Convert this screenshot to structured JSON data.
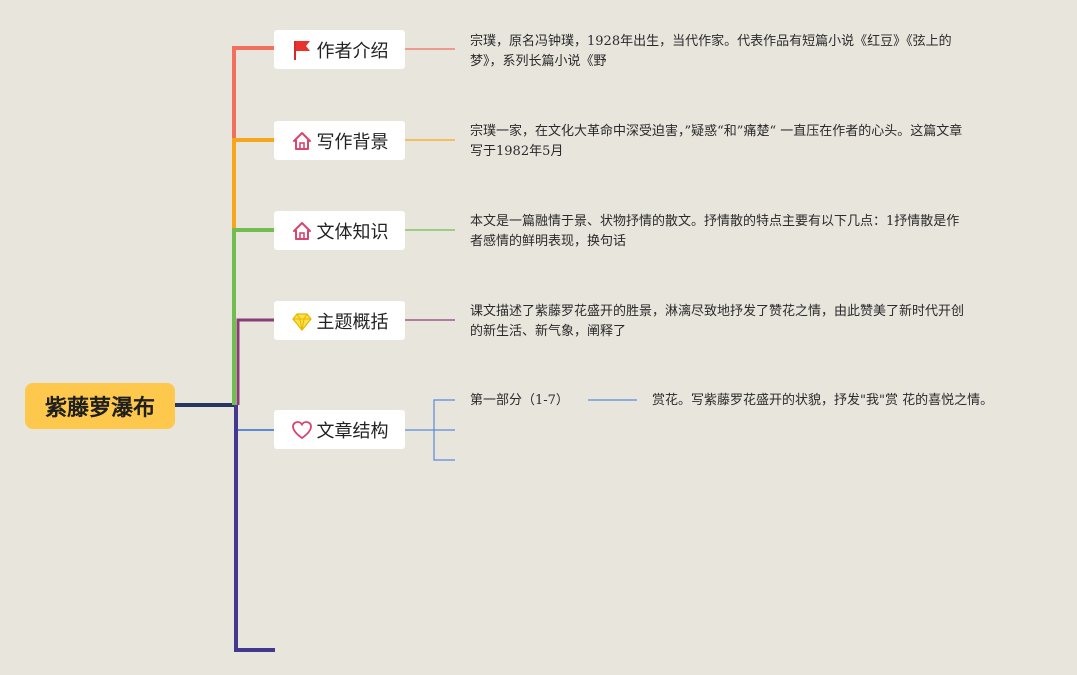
{
  "root": {
    "label": "紫藤萝瀑布"
  },
  "colors": {
    "red": "#f36f5d",
    "orange": "#f6a61b",
    "green": "#72bd4f",
    "purple": "#8a3d75",
    "blue": "#5b8ad8",
    "indigo": "#44388e",
    "navy": "#27355f",
    "root_fill": "#fdc84b",
    "background": "#e8e5dd"
  },
  "branches": [
    {
      "label": "作者介绍",
      "icon": "flag-icon",
      "description": "宗璞，原名冯钟璞，1928年出生，当代作家。代表作品有短篇小说《红豆》《弦上的梦》，系列长篇小说《野"
    },
    {
      "label": "写作背景",
      "icon": "home-icon",
      "description": "宗璞一家，在文化大革命中深受迫害，”疑惑“和”痛楚“ 一直压在作者的心头。这篇文章写于1982年5月"
    },
    {
      "label": "文体知识",
      "icon": "home-icon",
      "description": "本文是一篇融情于景、状物抒情的散文。抒情散的特点主要有以下几点：1抒情散是作者感情的鲜明表现，换句话"
    },
    {
      "label": "主题概括",
      "icon": "diamond-icon",
      "description": "课文描述了紫藤罗花盛开的胜景，淋漓尽致地抒发了赞花之情，由此赞美了新时代开创的新生活、新气象，阐释了"
    },
    {
      "label": "文章结构",
      "icon": "heart-icon",
      "children": [
        {
          "label": "第一部分（1-7）",
          "detail": "赏花。写紫藤罗花盛开的状貌，抒发\"我\"赏 花的喜悦之情。"
        }
      ]
    }
  ]
}
